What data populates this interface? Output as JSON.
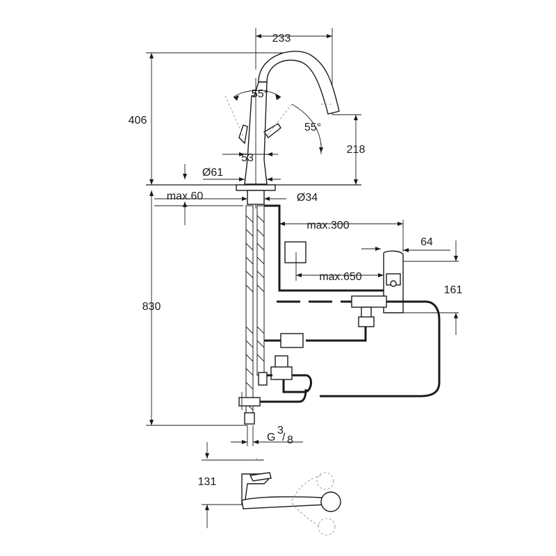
{
  "dimensions": {
    "reach_width": "233",
    "total_height": "406",
    "handle_angle_left": "55°",
    "handle_angle_right": "55°",
    "handle_offset": "53",
    "spout_clearance": "218",
    "base_diameter": "Ø61",
    "hole_diameter": "Ø34",
    "max_deck_thickness": "max.60",
    "max_sensor_cable": "max.300",
    "box_width": "64",
    "max_hose": "max.650",
    "box_height": "161",
    "below_deck_length": "830",
    "thread_main": "G",
    "thread_sup": "3",
    "thread_den": "8",
    "top_view_depth": "131"
  }
}
